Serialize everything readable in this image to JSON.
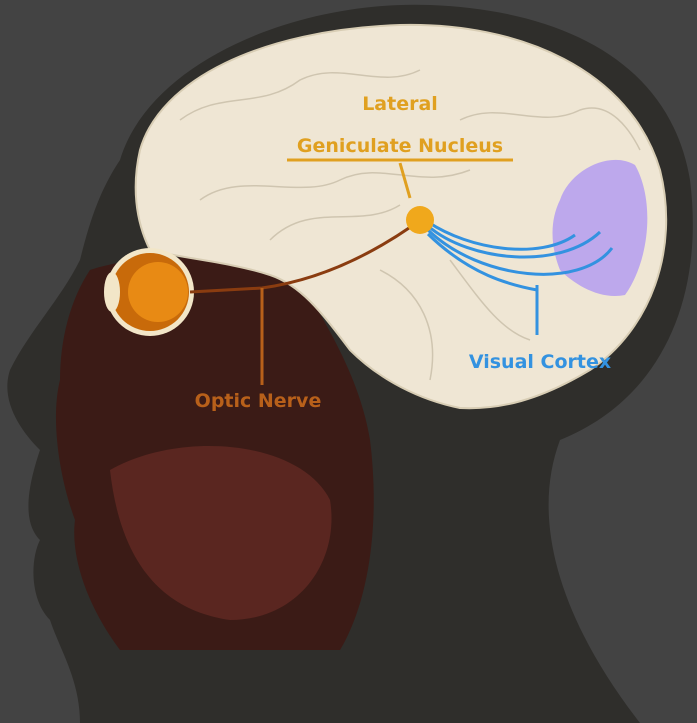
{
  "labels": {
    "lgn_line1": "Lateral",
    "lgn_line2": "Geniculate Nucleus",
    "optic_nerve": "Optic Nerve",
    "visual_cortex": "Visual Cortex"
  },
  "colors": {
    "background": "#434343",
    "head": "#2f2e2b",
    "brain": "#efe6d4",
    "face": "#3b1b16",
    "lgn": "#f0a81c",
    "optic_nerve": "#b8601a",
    "visual_pathway": "#3392e0",
    "visual_cortex": "#b49cf0"
  }
}
